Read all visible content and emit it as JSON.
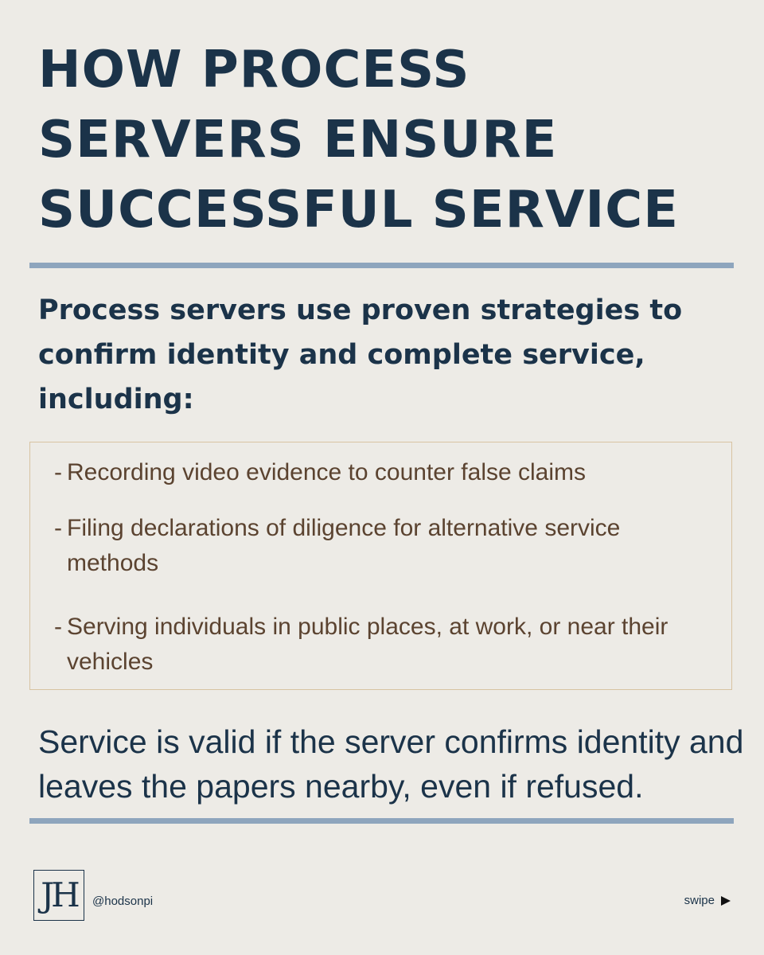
{
  "title": {
    "lines": [
      "HOW PROCESS",
      "SERVERS ENSURE",
      "SUCCESSFUL SERVICE"
    ]
  },
  "subtitle": {
    "lines": [
      "Process servers use proven strategies to",
      "confirm identity and complete service,",
      "including:"
    ]
  },
  "list": {
    "dash": "-",
    "items": [
      {
        "lines": [
          "Recording video evidence to counter false claims"
        ]
      },
      {
        "lines": [
          "Filing declarations of diligence for alternative service",
          "methods"
        ]
      },
      {
        "lines": [
          "Serving individuals in public places, at work, or near their",
          "vehicles"
        ]
      }
    ]
  },
  "note": {
    "lines": [
      "Service is valid if the server confirms identity and",
      "leaves the papers nearby, even if refused."
    ]
  },
  "footer": {
    "logo": "JH",
    "handle": "@hodsonpi",
    "swipe": "swipe",
    "swipe_icon": "play-triangle-icon"
  },
  "colors": {
    "background": "#edebe6",
    "navy": "#1b3349",
    "rule": "#8ea5bd",
    "box_border": "#d8c3a2",
    "list_text": "#5b4330"
  }
}
